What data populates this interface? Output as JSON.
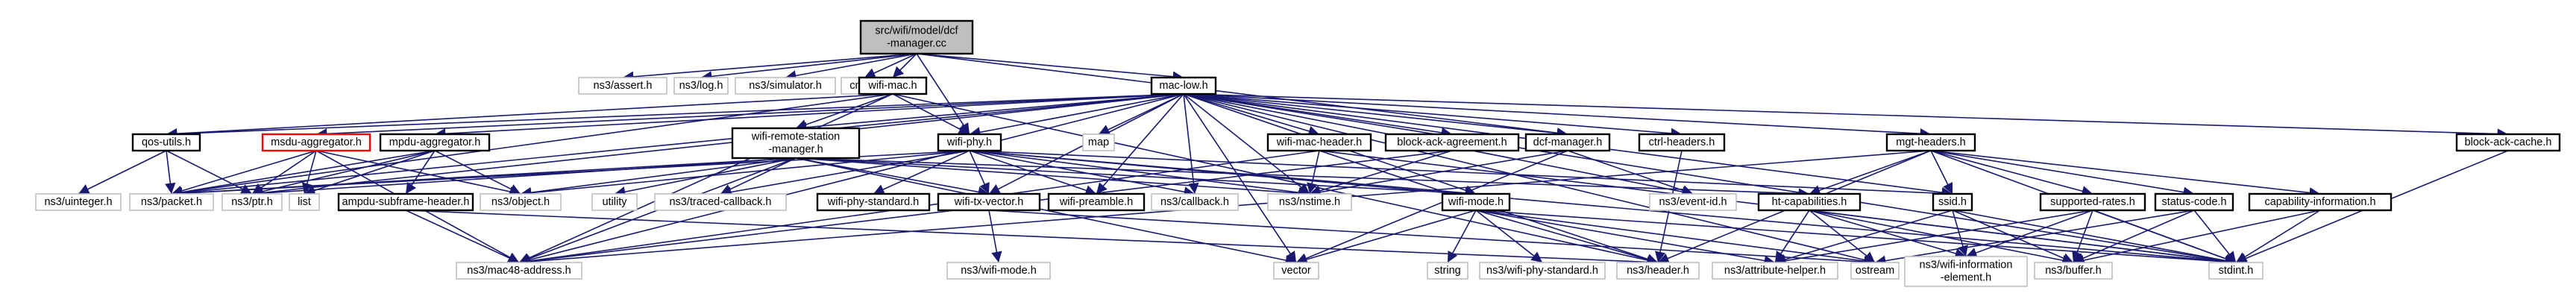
{
  "graph": {
    "edge_color": "#191970",
    "nodes": [
      {
        "id": "root",
        "lines": [
          "src/wifi/model/dcf",
          "-manager.cc"
        ],
        "kind": "root"
      },
      {
        "id": "assert",
        "lines": [
          "ns3/assert.h"
        ],
        "kind": "external"
      },
      {
        "id": "log",
        "lines": [
          "ns3/log.h"
        ],
        "kind": "external"
      },
      {
        "id": "simulator",
        "lines": [
          "ns3/simulator.h"
        ],
        "kind": "external"
      },
      {
        "id": "cmath",
        "lines": [
          "cmath"
        ],
        "kind": "external"
      },
      {
        "id": "wifimac",
        "lines": [
          "wifi-mac.h"
        ],
        "kind": "file"
      },
      {
        "id": "maclow",
        "lines": [
          "mac-low.h"
        ],
        "kind": "file"
      },
      {
        "id": "qosutils",
        "lines": [
          "qos-utils.h"
        ],
        "kind": "file"
      },
      {
        "id": "msduagg",
        "lines": [
          "msdu-aggregator.h"
        ],
        "kind": "incomplete"
      },
      {
        "id": "mpduagg",
        "lines": [
          "mpdu-aggregator.h"
        ],
        "kind": "file"
      },
      {
        "id": "remote",
        "lines": [
          "wifi-remote-station",
          "-manager.h"
        ],
        "kind": "file"
      },
      {
        "id": "wifiphy",
        "lines": [
          "wifi-phy.h"
        ],
        "kind": "file"
      },
      {
        "id": "map",
        "lines": [
          "map"
        ],
        "kind": "external"
      },
      {
        "id": "macheader",
        "lines": [
          "wifi-mac-header.h"
        ],
        "kind": "file"
      },
      {
        "id": "blockackagr",
        "lines": [
          "block-ack-agreement.h"
        ],
        "kind": "file"
      },
      {
        "id": "dcfmgr",
        "lines": [
          "dcf-manager.h"
        ],
        "kind": "file"
      },
      {
        "id": "ctrlheaders",
        "lines": [
          "ctrl-headers.h"
        ],
        "kind": "file"
      },
      {
        "id": "mgtheaders",
        "lines": [
          "mgt-headers.h"
        ],
        "kind": "file"
      },
      {
        "id": "blockackcache",
        "lines": [
          "block-ack-cache.h"
        ],
        "kind": "file"
      },
      {
        "id": "uinteger",
        "lines": [
          "ns3/uinteger.h"
        ],
        "kind": "external"
      },
      {
        "id": "packet",
        "lines": [
          "ns3/packet.h"
        ],
        "kind": "external"
      },
      {
        "id": "ptr",
        "lines": [
          "ns3/ptr.h"
        ],
        "kind": "external"
      },
      {
        "id": "list",
        "lines": [
          "list"
        ],
        "kind": "external"
      },
      {
        "id": "ampdusub",
        "lines": [
          "ampdu-subframe-header.h"
        ],
        "kind": "file"
      },
      {
        "id": "object",
        "lines": [
          "ns3/object.h"
        ],
        "kind": "external"
      },
      {
        "id": "utility",
        "lines": [
          "utility"
        ],
        "kind": "external"
      },
      {
        "id": "traced",
        "lines": [
          "ns3/traced-callback.h"
        ],
        "kind": "external"
      },
      {
        "id": "txvector",
        "lines": [
          "wifi-tx-vector.h"
        ],
        "kind": "file"
      },
      {
        "id": "phystandard",
        "lines": [
          "wifi-phy-standard.h"
        ],
        "kind": "file"
      },
      {
        "id": "preamble",
        "lines": [
          "wifi-preamble.h"
        ],
        "kind": "file"
      },
      {
        "id": "callback",
        "lines": [
          "ns3/callback.h"
        ],
        "kind": "external"
      },
      {
        "id": "nstime",
        "lines": [
          "ns3/nstime.h"
        ],
        "kind": "external"
      },
      {
        "id": "wifimode",
        "lines": [
          "wifi-mode.h"
        ],
        "kind": "file"
      },
      {
        "id": "eventid",
        "lines": [
          "ns3/event-id.h"
        ],
        "kind": "external"
      },
      {
        "id": "htcap",
        "lines": [
          "ht-capabilities.h"
        ],
        "kind": "file"
      },
      {
        "id": "ssid",
        "lines": [
          "ssid.h"
        ],
        "kind": "file"
      },
      {
        "id": "supprates",
        "lines": [
          "supported-rates.h"
        ],
        "kind": "file"
      },
      {
        "id": "statuscode",
        "lines": [
          "status-code.h"
        ],
        "kind": "file"
      },
      {
        "id": "capinfo",
        "lines": [
          "capability-information.h"
        ],
        "kind": "file"
      },
      {
        "id": "mac48",
        "lines": [
          "ns3/mac48-address.h"
        ],
        "kind": "external"
      },
      {
        "id": "vector",
        "lines": [
          "vector"
        ],
        "kind": "external"
      },
      {
        "id": "wifimodens3",
        "lines": [
          "ns3/wifi-mode.h"
        ],
        "kind": "external"
      },
      {
        "id": "string",
        "lines": [
          "string"
        ],
        "kind": "external"
      },
      {
        "id": "physstdns3",
        "lines": [
          "ns3/wifi-phy-standard.h"
        ],
        "kind": "external"
      },
      {
        "id": "header",
        "lines": [
          "ns3/header.h"
        ],
        "kind": "external"
      },
      {
        "id": "attrhelper",
        "lines": [
          "ns3/attribute-helper.h"
        ],
        "kind": "external"
      },
      {
        "id": "ostream",
        "lines": [
          "ostream"
        ],
        "kind": "external"
      },
      {
        "id": "infoelem",
        "lines": [
          "ns3/wifi-information",
          "-element.h"
        ],
        "kind": "external"
      },
      {
        "id": "buffer",
        "lines": [
          "ns3/buffer.h"
        ],
        "kind": "external"
      },
      {
        "id": "stdint",
        "lines": [
          "stdint.h"
        ],
        "kind": "external"
      }
    ],
    "edges": [
      [
        "root",
        "assert"
      ],
      [
        "root",
        "log"
      ],
      [
        "root",
        "simulator"
      ],
      [
        "root",
        "cmath"
      ],
      [
        "root",
        "wifimac"
      ],
      [
        "root",
        "maclow"
      ],
      [
        "root",
        "wifiphy"
      ],
      [
        "root",
        "dcfmgr"
      ],
      [
        "wifimac",
        "qosutils"
      ],
      [
        "wifimac",
        "remote"
      ],
      [
        "wifimac",
        "wifiphy"
      ],
      [
        "wifimac",
        "packet"
      ],
      [
        "wifimac",
        "mac48"
      ],
      [
        "wifimac",
        "header"
      ],
      [
        "maclow",
        "qosutils"
      ],
      [
        "maclow",
        "msduagg"
      ],
      [
        "maclow",
        "mpduagg"
      ],
      [
        "maclow",
        "remote"
      ],
      [
        "maclow",
        "wifiphy"
      ],
      [
        "maclow",
        "map"
      ],
      [
        "maclow",
        "macheader"
      ],
      [
        "maclow",
        "blockackagr"
      ],
      [
        "maclow",
        "dcfmgr"
      ],
      [
        "maclow",
        "ctrlheaders"
      ],
      [
        "maclow",
        "mgtheaders"
      ],
      [
        "maclow",
        "blockackcache"
      ],
      [
        "maclow",
        "packet"
      ],
      [
        "maclow",
        "ptr"
      ],
      [
        "maclow",
        "mac48"
      ],
      [
        "maclow",
        "txvector"
      ],
      [
        "maclow",
        "preamble"
      ],
      [
        "maclow",
        "callback"
      ],
      [
        "maclow",
        "nstime"
      ],
      [
        "maclow",
        "wifimode"
      ],
      [
        "maclow",
        "eventid"
      ],
      [
        "maclow",
        "vector"
      ],
      [
        "maclow",
        "stdint"
      ],
      [
        "maclow",
        "ssid"
      ],
      [
        "maclow",
        "ostream"
      ],
      [
        "qosutils",
        "uinteger"
      ],
      [
        "qosutils",
        "packet"
      ],
      [
        "qosutils",
        "ptr"
      ],
      [
        "msduagg",
        "packet"
      ],
      [
        "msduagg",
        "ptr"
      ],
      [
        "msduagg",
        "list"
      ],
      [
        "msduagg",
        "object"
      ],
      [
        "msduagg",
        "mac48"
      ],
      [
        "mpduagg",
        "packet"
      ],
      [
        "mpduagg",
        "ptr"
      ],
      [
        "mpduagg",
        "list"
      ],
      [
        "mpduagg",
        "ampdusub"
      ],
      [
        "mpduagg",
        "object"
      ],
      [
        "ampdusub",
        "mac48"
      ],
      [
        "ampdusub",
        "header"
      ],
      [
        "remote",
        "packet"
      ],
      [
        "remote",
        "ptr"
      ],
      [
        "remote",
        "object"
      ],
      [
        "remote",
        "utility"
      ],
      [
        "remote",
        "traced"
      ],
      [
        "remote",
        "txvector"
      ],
      [
        "remote",
        "nstime"
      ],
      [
        "remote",
        "wifimode"
      ],
      [
        "remote",
        "mac48"
      ],
      [
        "remote",
        "vector"
      ],
      [
        "remote",
        "htcap"
      ],
      [
        "wifiphy",
        "packet"
      ],
      [
        "wifiphy",
        "object"
      ],
      [
        "wifiphy",
        "traced"
      ],
      [
        "wifiphy",
        "txvector"
      ],
      [
        "wifiphy",
        "phystandard"
      ],
      [
        "wifiphy",
        "preamble"
      ],
      [
        "wifiphy",
        "callback"
      ],
      [
        "wifiphy",
        "nstime"
      ],
      [
        "wifiphy",
        "wifimode"
      ],
      [
        "wifiphy",
        "stdint"
      ],
      [
        "wifiphy",
        "ssid"
      ],
      [
        "txvector",
        "wifimodens3"
      ],
      [
        "txvector",
        "ostream"
      ],
      [
        "wifimode",
        "vector"
      ],
      [
        "wifimode",
        "string"
      ],
      [
        "wifimode",
        "physstdns3"
      ],
      [
        "wifimode",
        "attrhelper"
      ],
      [
        "wifimode",
        "ostream"
      ],
      [
        "wifimode",
        "stdint"
      ],
      [
        "wifimode",
        "header"
      ],
      [
        "macheader",
        "mac48"
      ],
      [
        "macheader",
        "nstime"
      ],
      [
        "macheader",
        "header"
      ],
      [
        "macheader",
        "stdint"
      ],
      [
        "blockackagr",
        "mac48"
      ],
      [
        "blockackagr",
        "nstime"
      ],
      [
        "dcfmgr",
        "eventid"
      ],
      [
        "dcfmgr",
        "nstime"
      ],
      [
        "dcfmgr",
        "vector"
      ],
      [
        "ctrlheaders",
        "header"
      ],
      [
        "mgtheaders",
        "ssid"
      ],
      [
        "mgtheaders",
        "supprates"
      ],
      [
        "mgtheaders",
        "statuscode"
      ],
      [
        "mgtheaders",
        "capinfo"
      ],
      [
        "mgtheaders",
        "htcap"
      ],
      [
        "mgtheaders",
        "header"
      ],
      [
        "mgtheaders",
        "stdint"
      ],
      [
        "mgtheaders",
        "mac48"
      ],
      [
        "htcap",
        "buffer"
      ],
      [
        "htcap",
        "infoelem"
      ],
      [
        "htcap",
        "attrhelper"
      ],
      [
        "htcap",
        "ostream"
      ],
      [
        "htcap",
        "stdint"
      ],
      [
        "ssid",
        "buffer"
      ],
      [
        "ssid",
        "infoelem"
      ],
      [
        "ssid",
        "attrhelper"
      ],
      [
        "ssid",
        "stdint"
      ],
      [
        "supprates",
        "buffer"
      ],
      [
        "supprates",
        "infoelem"
      ],
      [
        "supprates",
        "attrhelper"
      ],
      [
        "supprates",
        "stdint"
      ],
      [
        "statuscode",
        "buffer"
      ],
      [
        "statuscode",
        "stdint"
      ],
      [
        "statuscode",
        "ostream"
      ],
      [
        "capinfo",
        "buffer"
      ],
      [
        "capinfo",
        "stdint"
      ],
      [
        "blockackcache",
        "stdint"
      ]
    ]
  }
}
